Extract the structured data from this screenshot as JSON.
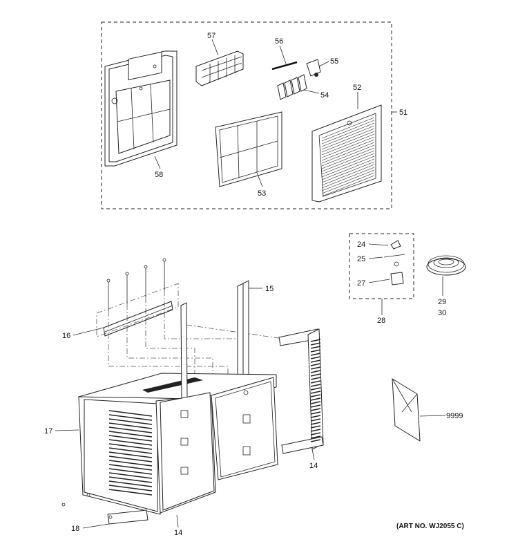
{
  "callouts": {
    "c51": "51",
    "c52": "52",
    "c53": "53",
    "c54": "54",
    "c55": "55",
    "c56": "56",
    "c57": "57",
    "c58": "58",
    "c24": "24",
    "c25": "25",
    "c27": "27",
    "c28": "28",
    "c29": "29",
    "c30": "30",
    "c15": "15",
    "c16": "16",
    "c17": "17",
    "c18": "18",
    "c14a": "14",
    "c14b": "14",
    "c9999": "9999"
  },
  "art_number": "(ART NO. WJ2055 C)",
  "colors": {
    "line": "#222222",
    "background": "#ffffff"
  }
}
